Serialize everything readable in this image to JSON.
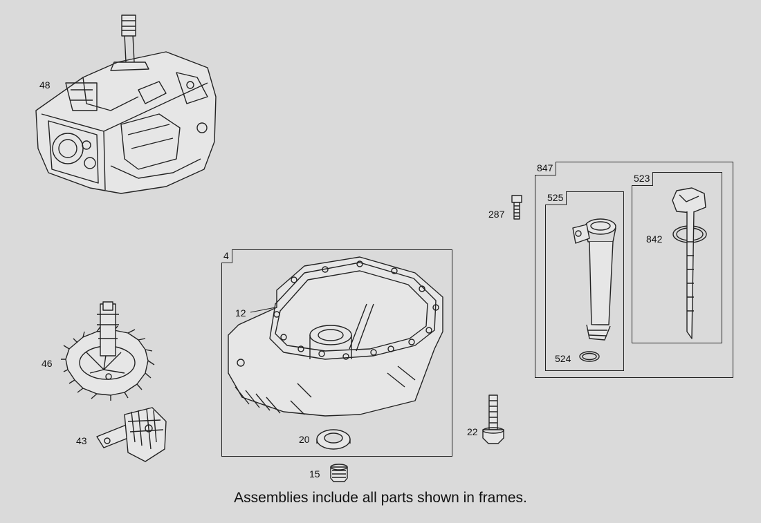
{
  "labels": {
    "l48": "48",
    "l46": "46",
    "l43": "43",
    "l12": "12",
    "l20": "20",
    "l15": "15",
    "l22": "22",
    "l287": "287",
    "l842": "842",
    "l524": "524"
  },
  "frames": {
    "f4": "4",
    "f847": "847",
    "f525": "525",
    "f523": "523"
  },
  "caption": "Assemblies include all parts shown in frames.",
  "colors": {
    "background": "#dadada",
    "line": "#222222"
  }
}
